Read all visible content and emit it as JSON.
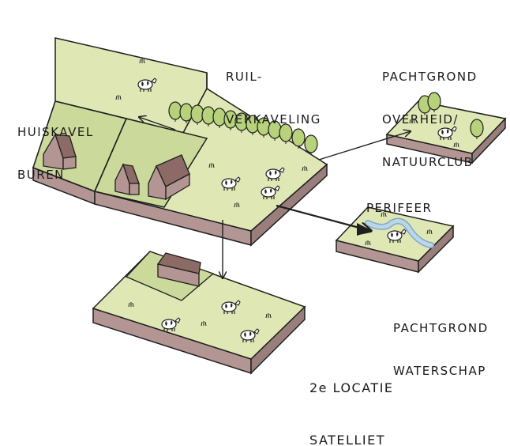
{
  "labels": {
    "ruilverkaveling": [
      "RUIL-",
      "VERKAVELING"
    ],
    "huiskavel": [
      "HUISKAVEL",
      "BUREN"
    ],
    "pachtgrond_overheid": [
      "PACHTGROND",
      "OVERHEID/",
      "NATUURCLUB"
    ],
    "perifeer": [
      "PERIFEER"
    ],
    "pachtgrond_waterschap": [
      "PACHTGROND",
      "WATERSCHAP"
    ],
    "satelliet": [
      "2e LOCATIE",
      "SATELLIET"
    ]
  },
  "colors": {
    "grass": "#dfe8b5",
    "grass_dark": "#cbd99a",
    "soil_side": "#b39694",
    "soil_side_dark": "#9a7e7c",
    "roof": "#8c6b66",
    "tree": "#b7d27a",
    "water": "#bcd6e8",
    "ink": "#1f1f1f"
  },
  "icons": [
    "cow-icon",
    "tree-icon",
    "farmhouse-icon",
    "arrow-icon"
  ]
}
